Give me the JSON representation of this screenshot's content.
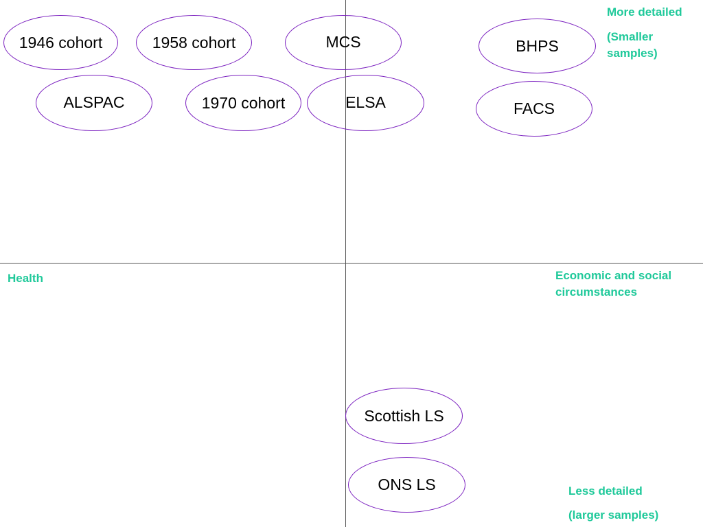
{
  "colors": {
    "label": "#1fc99a",
    "ellipse_border": "#7a1fbf",
    "axis": "#555555"
  },
  "labels": {
    "top_right_1": "More detailed",
    "top_right_2": "(Smaller samples)",
    "left_axis": "Health",
    "right_axis": "Economic and social circumstances",
    "bottom_right_1": "Less detailed",
    "bottom_right_2": "(larger samples)"
  },
  "studies": {
    "c1946": "1946 cohort",
    "c1958": "1958 cohort",
    "mcs": "MCS",
    "bhps": "BHPS",
    "alspac": "ALSPAC",
    "c1970": "1970 cohort",
    "elsa": "ELSA",
    "facs": "FACS",
    "scottish": "Scottish LS",
    "ons": "ONS LS"
  }
}
